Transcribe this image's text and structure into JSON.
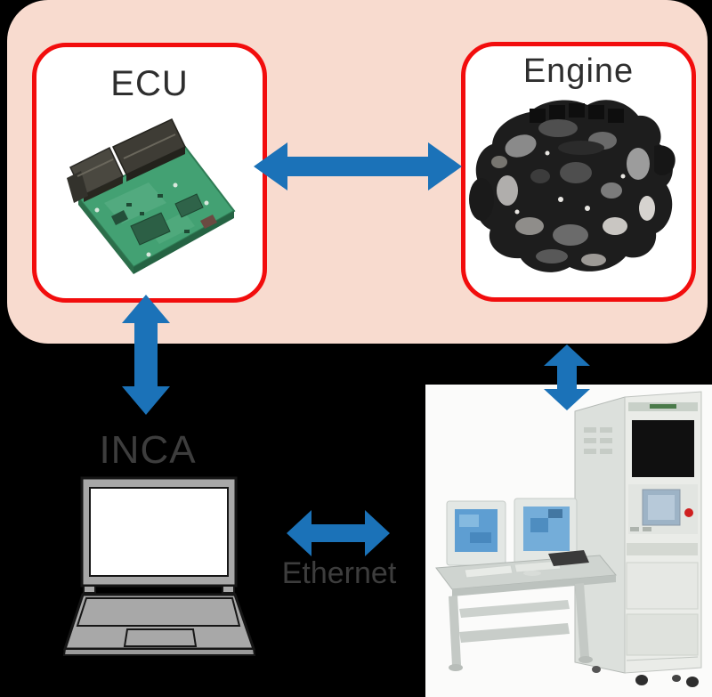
{
  "diagram": {
    "description_labels": {
      "ecu": "ECU",
      "engine": "Engine",
      "inca": "INCA",
      "ethernet": "Ethernet"
    },
    "images": {
      "ecu": "ecu-circuit-board-photo",
      "engine": "engine-photo",
      "inca": "laptop-line-drawing",
      "test_bench": "engine-test-bench-photo"
    },
    "connections": [
      {
        "from": "ECU",
        "to": "Engine",
        "direction": "bidirectional"
      },
      {
        "from": "ECU",
        "to": "INCA",
        "direction": "bidirectional"
      },
      {
        "from": "Engine",
        "to": "test-bench",
        "direction": "bidirectional"
      },
      {
        "from": "INCA-laptop",
        "to": "test-bench",
        "direction": "bidirectional",
        "label": "Ethernet"
      }
    ],
    "colors": {
      "background_black": "#000000",
      "panel_pink": "#f8dbcf",
      "box_border_red": "#f20d0d",
      "box_bg_white": "#ffffff",
      "arrow_blue": "#1b72b8",
      "title_dark": "#2e2e2e",
      "label_dark": "#3d3d3d",
      "laptop_gray": "#a8a8a8",
      "pcb_green": "#43a173",
      "monitor_screen_blue": "#5e9ed2"
    }
  }
}
